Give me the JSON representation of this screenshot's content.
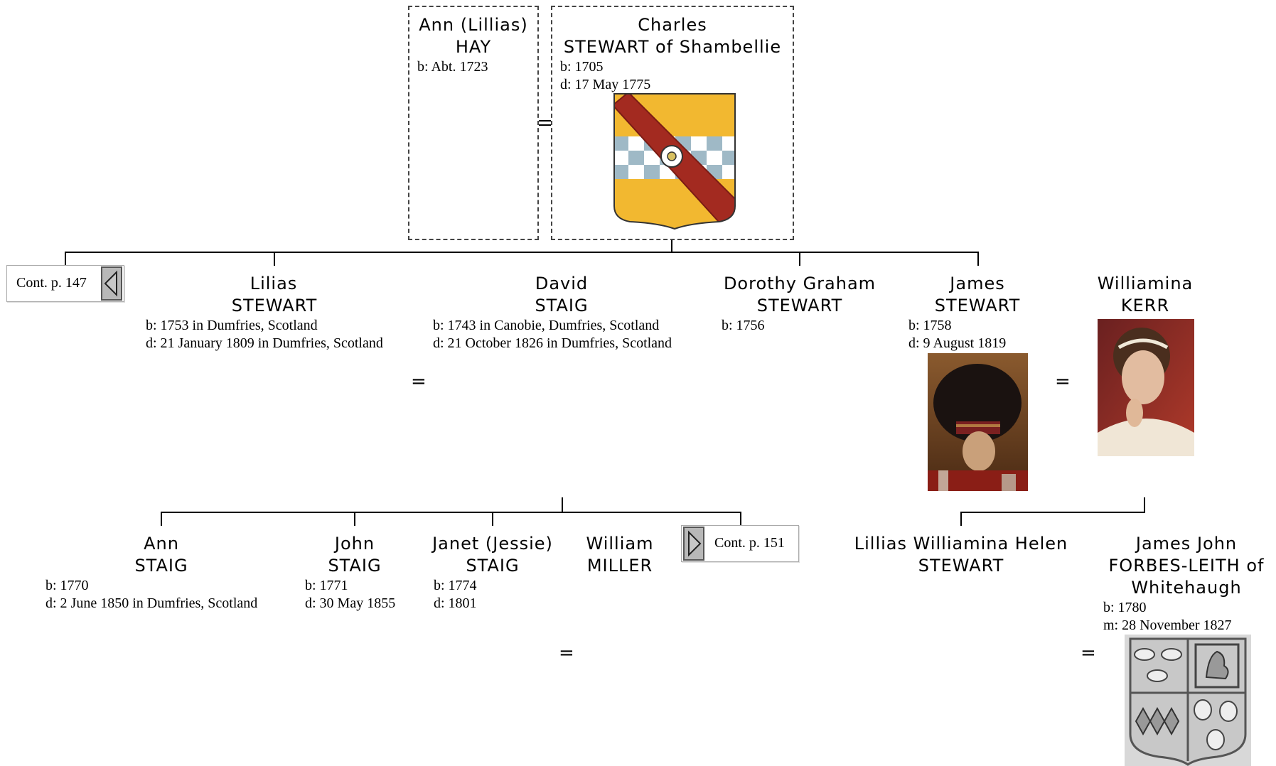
{
  "parents": {
    "ann_hay": {
      "name": "Ann (Lillias)",
      "surname": "HAY",
      "facts": [
        "b: Abt. 1723"
      ]
    },
    "charles": {
      "name": "Charles",
      "surname": "STEWART of Shambellie",
      "facts": [
        "b: 1705",
        "d: 17 May 1775"
      ],
      "image": "stewart-coat-of-arms"
    },
    "marriage_mark": "="
  },
  "children": [
    {
      "name": "Lilias",
      "surname": "STEWART",
      "facts": [
        "b: 1753 in Dumfries, Scotland",
        "d: 21 January 1809 in Dumfries, Scotland"
      ]
    },
    {
      "name": "David",
      "surname": "STAIG",
      "facts": [
        "b: 1743 in Canobie, Dumfries, Scotland",
        "d: 21 October 1826 in Dumfries, Scotland"
      ]
    },
    {
      "name": "Dorothy Graham",
      "surname": "STEWART",
      "facts": [
        "b: 1756"
      ]
    },
    {
      "name": "James",
      "surname": "STEWART",
      "facts": [
        "b: 1758",
        "d: 9 August 1819"
      ],
      "image": "portrait-james-stewart"
    },
    {
      "name": "Williamina",
      "surname": "KERR",
      "facts": [],
      "image": "portrait-williamina-kerr"
    }
  ],
  "grandchildren": [
    {
      "name": "Ann",
      "surname": "STAIG",
      "facts": [
        "b: 1770",
        "d: 2 June 1850 in Dumfries, Scotland"
      ]
    },
    {
      "name": "John",
      "surname": "STAIG",
      "facts": [
        "b: 1771",
        "d: 30 May 1855"
      ]
    },
    {
      "name": "Janet (Jessie)",
      "surname": "STAIG",
      "facts": [
        "b: 1774",
        "d: 1801"
      ]
    },
    {
      "name": "William",
      "surname": "MILLER",
      "facts": []
    },
    {
      "name": "Lillias Williamina Helen",
      "surname": "STEWART",
      "facts": []
    },
    {
      "name": "James John",
      "surname": "FORBES-LEITH of",
      "surname2": "Whitehaugh",
      "facts": [
        "b: 1780",
        "m: 28 November 1827"
      ],
      "image": "forbes-leith-coat-of-arms"
    }
  ],
  "continuations": {
    "left": "Cont. p. 147",
    "right": "Cont. p. 151"
  },
  "equals": "=",
  "colors": {
    "line": "#000000",
    "dash_border": "#444444",
    "shield_gold": "#f2b830",
    "shield_red": "#a32a20",
    "check_blue": "#9fb9c6"
  }
}
